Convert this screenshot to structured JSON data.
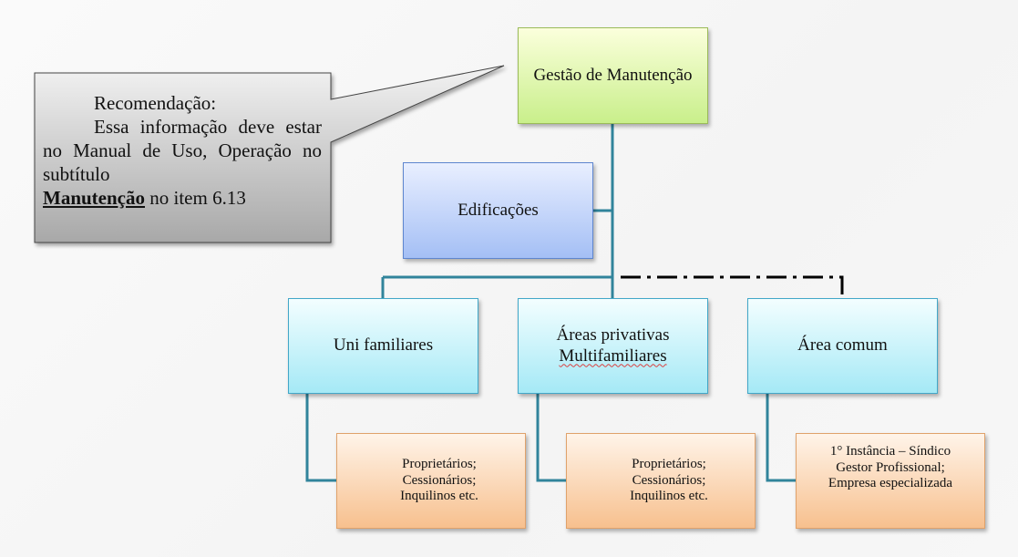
{
  "callout": {
    "heading": "Recomendação:",
    "text_intro": "Essa informação deve estar no Manual de Uso, Operação no subtítulo",
    "text_emphasis": "Manutenção",
    "text_end": " no item 6.13"
  },
  "nodes": {
    "root": {
      "label": "Gestão de Manutenção"
    },
    "edificacoes": {
      "label": "Edificações"
    },
    "unifamiliares": {
      "label": "Uni familiares"
    },
    "privativas": {
      "line1": "Áreas privativas",
      "line2": "Multifamiliares"
    },
    "comum": {
      "label": "Área comum"
    },
    "leaf_uni": {
      "lines": [
        "Proprietários;",
        "Cessionários;",
        "Inquilinos etc."
      ]
    },
    "leaf_priv": {
      "lines": [
        "Proprietários;",
        "Cessionários;",
        "Inquilinos etc."
      ]
    },
    "leaf_comum": {
      "lines": [
        "1° Instância – Síndico",
        "Gestor Profissional;",
        "Empresa especializada"
      ]
    }
  },
  "colors": {
    "connector": "#31849b",
    "dashed_connector": "#000000",
    "root_fill": "#c9ef8b",
    "edificacoes_fill": "#a4bff5",
    "level2_fill": "#a5e9f6",
    "leaf_fill": "#f7c08e",
    "callout_fill": "#bdbdbd"
  }
}
